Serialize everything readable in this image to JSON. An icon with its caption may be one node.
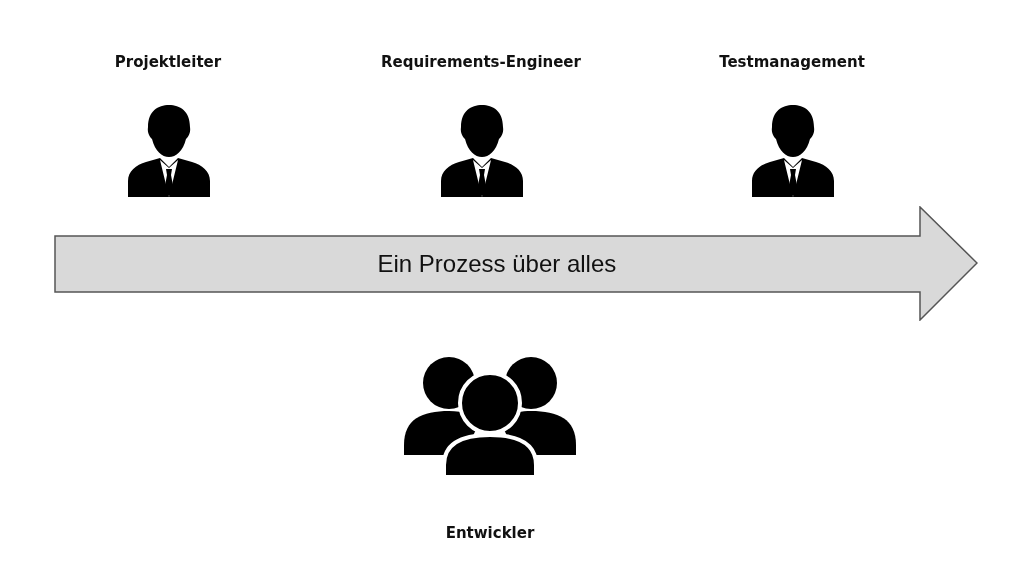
{
  "diagram": {
    "nodes": [
      {
        "text": [
          "Ein Prozess über alles"
        ]
      }
    ],
    "edges": [],
    "labels": [
      "Projektleiter",
      "Requirements-Engineer",
      "Testmanagement",
      "Entwickler"
    ]
  }
}
